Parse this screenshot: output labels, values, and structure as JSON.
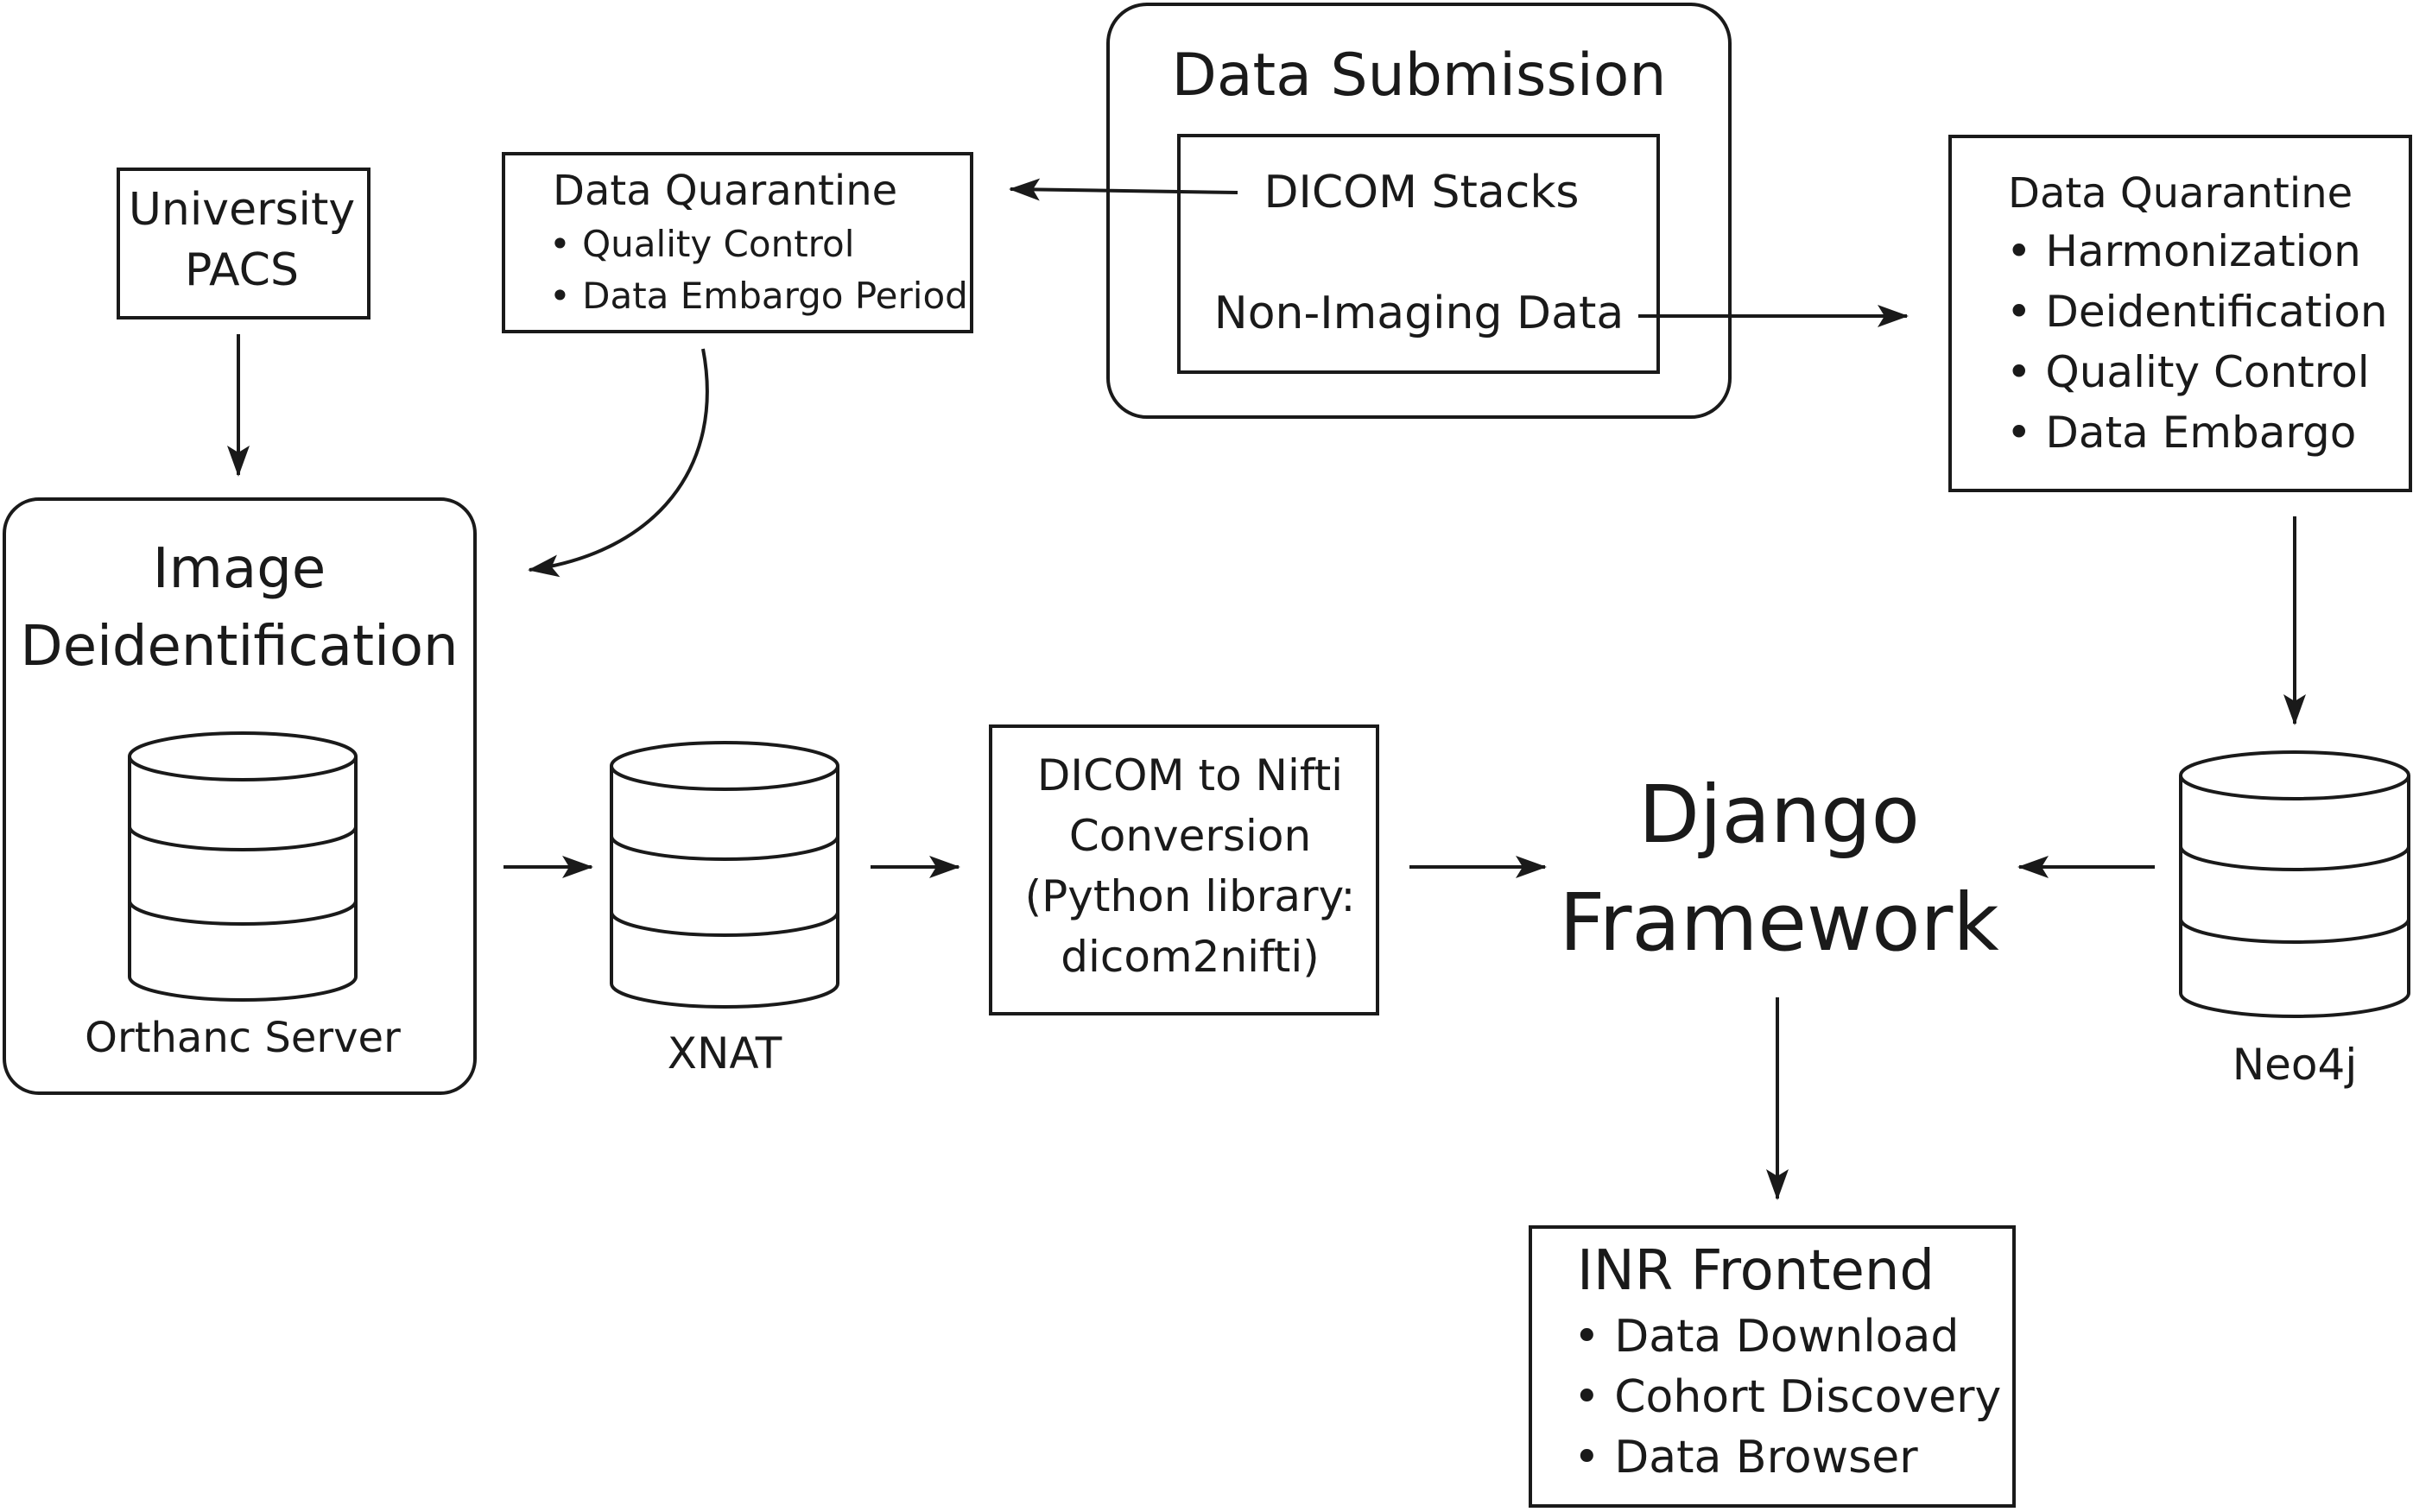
{
  "data_submission": {
    "title": "Data Submission",
    "dicom_stacks": "DICOM Stacks",
    "non_imaging": "Non-Imaging Data"
  },
  "university_pacs": {
    "line1": "University",
    "line2": "PACS"
  },
  "quarantine_left": {
    "title": "Data Quarantine",
    "items": [
      "• Quality Control",
      "• Data Embargo Period"
    ]
  },
  "quarantine_right": {
    "title": "Data Quarantine",
    "items": [
      "• Harmonization",
      "• Deidentification",
      "• Quality Control",
      "• Data Embargo"
    ]
  },
  "image_deid": {
    "title_line1": "Image",
    "title_line2": "Deidentification",
    "db_label": "Orthanc Server"
  },
  "xnat": {
    "label": "XNAT"
  },
  "conversion": {
    "lines": [
      "DICOM to Nifti",
      "Conversion",
      "(Python library:",
      "dicom2nifti)"
    ]
  },
  "django": {
    "line1": "Django",
    "line2": "Framework"
  },
  "neo4j": {
    "label": "Neo4j"
  },
  "inr_frontend": {
    "title": "INR Frontend",
    "items": [
      "• Data Download",
      "• Cohort Discovery",
      "• Data Browser"
    ]
  }
}
